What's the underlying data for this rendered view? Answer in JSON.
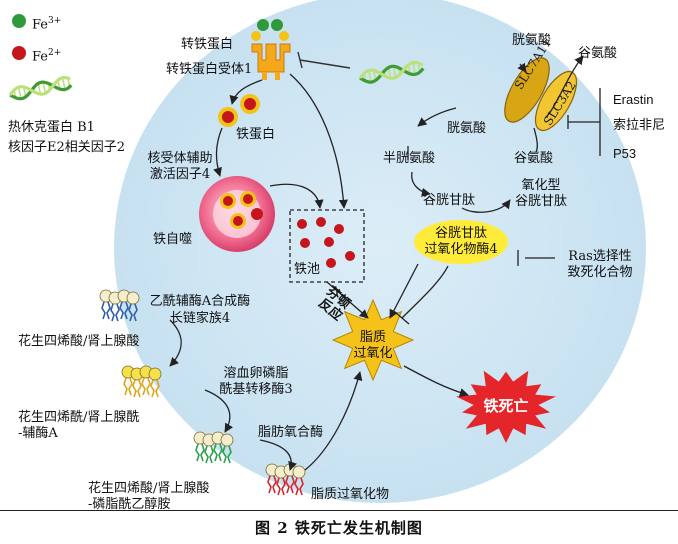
{
  "legend": {
    "fe3": "Fe",
    "fe3_charge": "3+",
    "fe2": "Fe",
    "fe2_charge": "2+",
    "hsp_line1": "热休克蛋白 B1",
    "hsp_line2": "核因子E2相关因子2"
  },
  "labels": {
    "transferrin": "转铁蛋白",
    "transferrin_receptor": "转铁蛋白受体1",
    "ferritin": "铁蛋白",
    "ncoa4_line1": "核受体辅助",
    "ncoa4_line2": "激活因子4",
    "ferritinophagy": "铁自噬",
    "iron_pool": "铁池",
    "fenton_line1": "芬顿",
    "fenton_line2": "反应",
    "cystine_top": "胱氨酸",
    "glutamate_top": "谷氨酸",
    "slc7a11": "SLC7A11",
    "slc3a2": "SLC3A2",
    "cystine_in": "胱氨酸",
    "glutamate_in": "谷氨酸",
    "cysteine": "半胱氨酸",
    "gsh": "谷胱甘肽",
    "gssg_line1": "氧化型",
    "gssg_line2": "谷胱甘肽",
    "gpx4_line1": "谷胱甘肽",
    "gpx4_line2": "过氧化物酶4",
    "erastin": "Erastin",
    "sorafenib": "索拉非尼",
    "p53": "P53",
    "rsl_line1": "Ras选择性",
    "rsl_line2": "致死化合物",
    "lipid_perox_line1": "脂质",
    "lipid_perox_line2": "过氧化",
    "ferroptosis": "铁死亡",
    "acsl4_line1": "乙酰辅酶A合成酶",
    "acsl4_line2": "长链家族4",
    "aa": "花生四烯酸/肾上腺酸",
    "aa_coa_line1": "花生四烯酰/肾上腺酰",
    "aa_coa_line2": "-辅酶A",
    "lpcat3_line1": "溶血卵磷脂",
    "lpcat3_line2": "酰基转移酶3",
    "aa_pe_line1": "花生四烯酸/肾上腺酸",
    "aa_pe_line2": "-磷脂酰乙醇胺",
    "lox": "脂肪氧合酶",
    "lipid_peroxide": "脂质过氧化物"
  },
  "caption": "图 2   铁死亡发生机制图",
  "colors": {
    "cell": "#cfe6f3",
    "fe3": "#2f9a3b",
    "fe2": "#c4161c",
    "gold": "#f3c316",
    "receptor": "#f4a81a",
    "dna_a": "#3f9b35",
    "dna_b": "#bde07a",
    "lipid_star": "#f5c21a",
    "ferroptosis_star": "#e4262b",
    "autophagy": "#f06b8f",
    "gpx4": "#ffec3a"
  }
}
